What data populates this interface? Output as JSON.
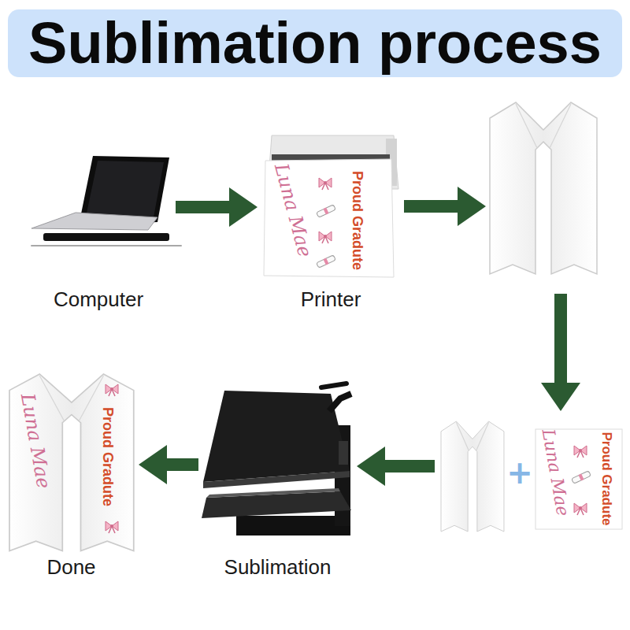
{
  "diagram": {
    "title": "Sublimation process",
    "nodes": [
      {
        "text": [
          "Computer"
        ]
      },
      {
        "text": [
          "Luna Mae",
          "Proud Gradute",
          "Printer"
        ]
      },
      {
        "text": []
      },
      {
        "text": [
          "+",
          "Luna Mae",
          "Proud Gradute"
        ]
      },
      {
        "text": [
          "Sublimation"
        ]
      },
      {
        "text": [
          "Luna Mae",
          "Proud Gradute",
          "Done"
        ]
      }
    ],
    "edges": [
      {
        "from": 0,
        "to": 1,
        "arrow": "to"
      },
      {
        "from": 1,
        "to": 2,
        "arrow": "to"
      },
      {
        "from": 2,
        "to": 3,
        "arrow": "to"
      },
      {
        "from": 3,
        "to": 4,
        "arrow": "to"
      },
      {
        "from": 4,
        "to": 5,
        "arrow": "to"
      }
    ]
  }
}
